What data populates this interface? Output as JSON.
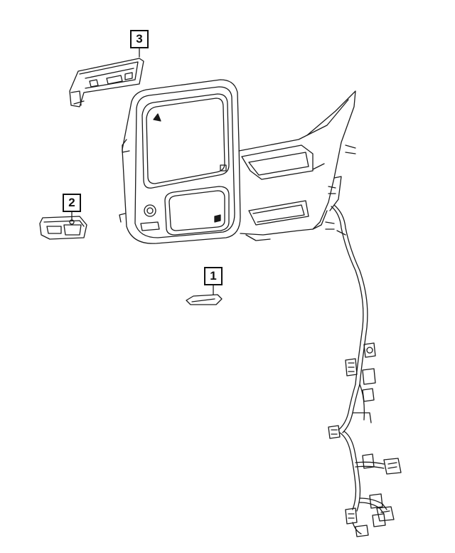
{
  "callouts": [
    {
      "id": "3",
      "label": "3"
    },
    {
      "id": "2",
      "label": "2"
    },
    {
      "id": "1",
      "label": "1"
    }
  ],
  "colors": {
    "line": "#1a1a1a",
    "background": "#ffffff"
  }
}
